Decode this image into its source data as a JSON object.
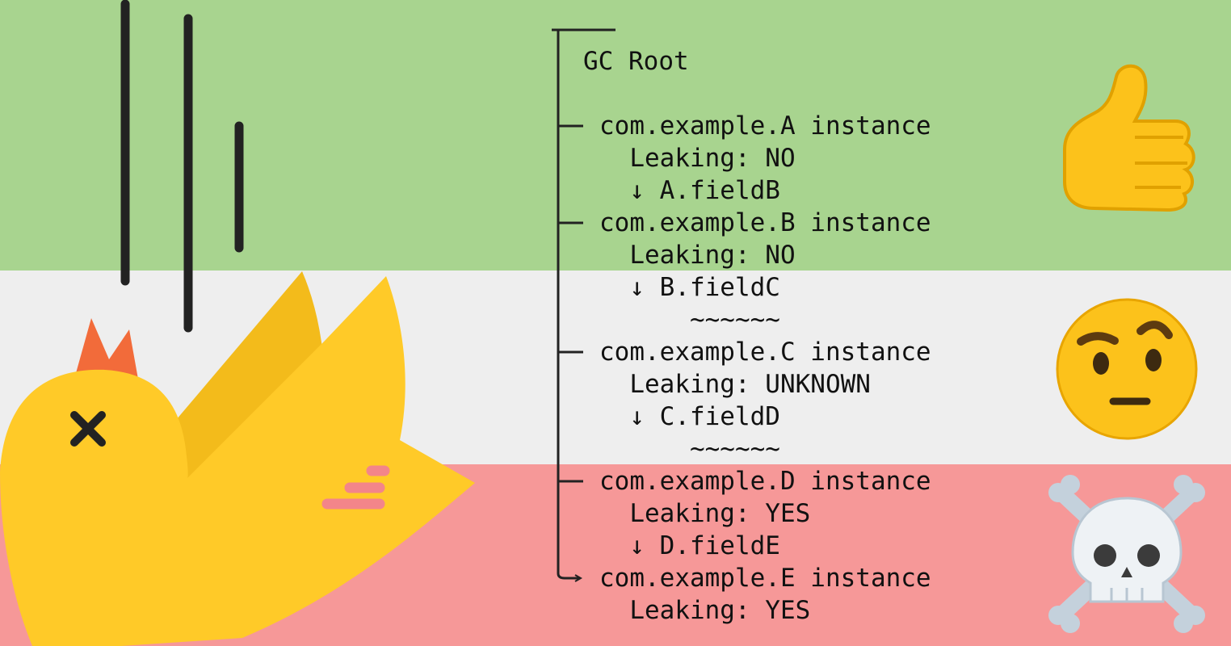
{
  "colors": {
    "band_top": "#a8d48f",
    "band_middle": "#eeeeee",
    "band_bottom": "#f69898",
    "bird_body": "#ffca28",
    "bird_wing_shadow": "#f3bb1b",
    "bird_crest": "#f26b3a",
    "bird_feet": "#f3858a",
    "ink": "#222222"
  },
  "trace": {
    "lines": [
      "GC Root",
      "",
      "com.example.A instance",
      "  Leaking: NO",
      "  ↓ A.fieldB",
      "com.example.B instance",
      "  Leaking: NO",
      "  ↓ B.fieldC",
      "      ~~~~~~",
      "com.example.C instance",
      "  Leaking: UNKNOWN",
      "  ↓ C.fieldD",
      "      ~~~~~~",
      "com.example.D instance",
      "  Leaking: YES",
      "  ↓ D.fieldE",
      "com.example.E instance",
      "  Leaking: YES"
    ]
  },
  "status_icons": [
    {
      "name": "thumbs-up-icon",
      "meaning": "not leaking"
    },
    {
      "name": "face-with-raised-eyebrow-icon",
      "meaning": "unknown"
    },
    {
      "name": "skull-and-crossbones-icon",
      "meaning": "leaking"
    }
  ],
  "illustration": {
    "name": "dead-canary-icon"
  }
}
